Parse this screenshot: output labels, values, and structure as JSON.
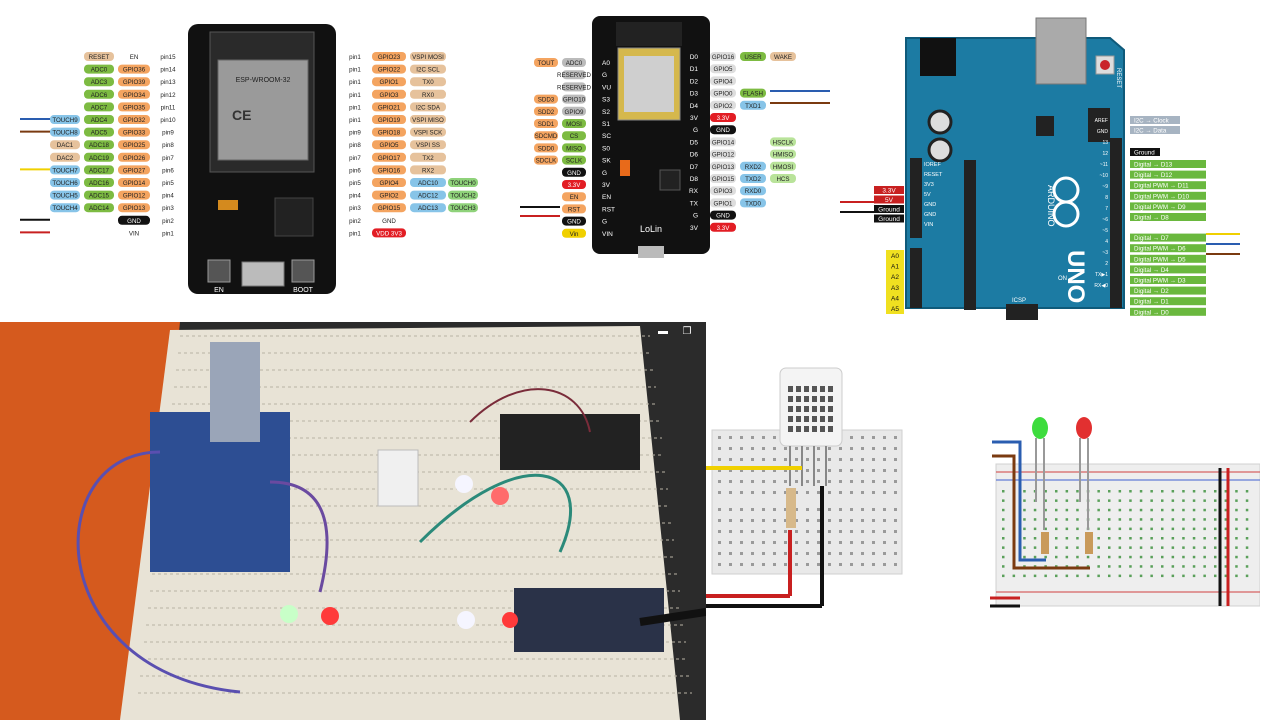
{
  "esp32": {
    "module_label": "ESP-WROOM-32",
    "left_pins": [
      {
        "prefix": "",
        "func": "RESET",
        "io": "EN",
        "pin": "pin15"
      },
      {
        "prefix": "",
        "func": "ADC0",
        "io": "GPIO36",
        "pin": "pin14"
      },
      {
        "prefix": "",
        "func": "ADC3",
        "io": "GPIO39",
        "pin": "pin13"
      },
      {
        "prefix": "",
        "func": "ADC6",
        "io": "GPIO34",
        "pin": "pin12"
      },
      {
        "prefix": "",
        "func": "ADC7",
        "io": "GPIO35",
        "pin": "pin11"
      },
      {
        "prefix": "TOUCH9",
        "func": "ADC4",
        "io": "GPIO32",
        "pin": "pin10"
      },
      {
        "prefix": "TOUCH8",
        "func": "ADC5",
        "io": "GPIO33",
        "pin": "pin9"
      },
      {
        "prefix": "",
        "func": "DAC1",
        "io": "ADC18",
        "pin": "GPIO25",
        "pinlbl": "pin8"
      },
      {
        "prefix": "",
        "func": "DAC2",
        "io": "ADC19",
        "pin": "GPIO26",
        "pinlbl": "pin7"
      },
      {
        "prefix": "TOUCH7",
        "func": "ADC17",
        "io": "GPIO27",
        "pin": "pin6"
      },
      {
        "prefix": "TOUCH6",
        "func": "ADC16",
        "io": "GPIO14",
        "pin": "pin5"
      },
      {
        "prefix": "TOUCH5",
        "func": "ADC15",
        "io": "GPIO12",
        "pin": "pin4"
      },
      {
        "prefix": "TOUCH4",
        "func": "ADC14",
        "io": "GPIO13",
        "pin": "pin3"
      },
      {
        "prefix": "",
        "func": "",
        "io": "GND",
        "pin": "pin2"
      },
      {
        "prefix": "",
        "func": "",
        "io": "VIN",
        "pin": "pin1"
      }
    ],
    "right_pins": [
      {
        "pin": "pin1",
        "io": "GPIO23",
        "func": "VSPI MOSI",
        "extra": ""
      },
      {
        "pin": "pin1",
        "io": "GPIO22",
        "func": "I2C SCL",
        "extra": ""
      },
      {
        "pin": "pin1",
        "io": "GPIO1",
        "func": "TX0",
        "extra": ""
      },
      {
        "pin": "pin1",
        "io": "GPIO3",
        "func": "RX0",
        "extra": ""
      },
      {
        "pin": "pin1",
        "io": "GPIO21",
        "func": "I2C SDA",
        "extra": ""
      },
      {
        "pin": "pin1",
        "io": "GPIO19",
        "func": "VSPI MISO",
        "extra": ""
      },
      {
        "pin": "pin9",
        "io": "GPIO18",
        "func": "VSPI SCK",
        "extra": ""
      },
      {
        "pin": "pin8",
        "io": "GPIO5",
        "func": "VSPI SS",
        "extra": ""
      },
      {
        "pin": "pin7",
        "io": "GPIO17",
        "func": "TX2",
        "extra": ""
      },
      {
        "pin": "pin6",
        "io": "GPIO16",
        "func": "RX2",
        "extra": ""
      },
      {
        "pin": "pin5",
        "io": "GPIO4",
        "func": "ADC10",
        "extra": "TOUCH0"
      },
      {
        "pin": "pin4",
        "io": "GPIO2",
        "func": "ADC12",
        "extra": "TOUCH2"
      },
      {
        "pin": "pin3",
        "io": "GPIO15",
        "func": "ADC13",
        "extra": "TOUCH3"
      },
      {
        "pin": "pin2",
        "io": "GND",
        "func": "",
        "extra": ""
      },
      {
        "pin": "pin1",
        "io": "VDD 3V3",
        "func": "",
        "extra": ""
      }
    ],
    "button_en": "EN",
    "button_boot": "BOOT"
  },
  "nodemcu": {
    "board_label": "LoLin",
    "left_pins": [
      {
        "func": "TOUT",
        "alt": "ADC0",
        "pin": "A0"
      },
      {
        "func": "",
        "alt": "RESERVED",
        "pin": "G"
      },
      {
        "func": "",
        "alt": "RESERVED",
        "pin": "VU"
      },
      {
        "func": "SDD3",
        "alt": "GPIO10",
        "pin": "S3"
      },
      {
        "func": "SDD2",
        "alt": "GPIO9",
        "pin": "S2"
      },
      {
        "func": "SDD1",
        "alt": "MOSI",
        "pin": "S1"
      },
      {
        "func": "SDCMD",
        "alt": "CS",
        "pin": "SC"
      },
      {
        "func": "SDD0",
        "alt": "MISO",
        "pin": "S0"
      },
      {
        "func": "SDCLK",
        "alt": "SCLK",
        "pin": "SK"
      },
      {
        "func": "",
        "alt": "GND",
        "pin": "G"
      },
      {
        "func": "",
        "alt": "3.3V",
        "pin": "3V"
      },
      {
        "func": "",
        "alt": "EN",
        "pin": "EN"
      },
      {
        "func": "",
        "alt": "RST",
        "pin": "RST"
      },
      {
        "func": "",
        "alt": "GND",
        "pin": "G"
      },
      {
        "func": "",
        "alt": "Vin",
        "pin": "VIN"
      }
    ],
    "right_pins": [
      {
        "pin": "D0",
        "io": "GPIO16",
        "func": "USER",
        "extra": "WAKE"
      },
      {
        "pin": "D1",
        "io": "GPIO5",
        "func": "",
        "extra": ""
      },
      {
        "pin": "D2",
        "io": "GPIO4",
        "func": "",
        "extra": ""
      },
      {
        "pin": "D3",
        "io": "GPIO0",
        "func": "FLASH",
        "extra": ""
      },
      {
        "pin": "D4",
        "io": "GPIO2",
        "func": "TXD1",
        "extra": ""
      },
      {
        "pin": "3V",
        "io": "3.3V",
        "func": "",
        "extra": ""
      },
      {
        "pin": "G",
        "io": "GND",
        "func": "",
        "extra": ""
      },
      {
        "pin": "D5",
        "io": "GPIO14",
        "func": "",
        "extra": "HSCLK"
      },
      {
        "pin": "D6",
        "io": "GPIO12",
        "func": "",
        "extra": "HMISO"
      },
      {
        "pin": "D7",
        "io": "GPIO13",
        "func": "RXD2",
        "extra": "HMOSI"
      },
      {
        "pin": "D8",
        "io": "GPIO15",
        "func": "TXD2",
        "extra": "HCS"
      },
      {
        "pin": "RX",
        "io": "GPIO3",
        "func": "RXD0",
        "extra": ""
      },
      {
        "pin": "TX",
        "io": "GPIO1",
        "func": "TXD0",
        "extra": ""
      },
      {
        "pin": "G",
        "io": "GND",
        "func": "",
        "extra": ""
      },
      {
        "pin": "3V",
        "io": "3.3V",
        "func": "",
        "extra": ""
      }
    ]
  },
  "uno": {
    "brand": "UNO",
    "maker": "ARDUINO",
    "reset_label": "RESET",
    "icsp_label": "ICSP",
    "on_label": "ON",
    "power_pins_board": [
      "IOREF",
      "RESET",
      "3V3",
      "5V",
      "GND",
      "GND",
      "VIN"
    ],
    "power_labels": [
      "3.3V",
      "5V",
      "Ground",
      "Ground"
    ],
    "analog_pins": [
      "A0",
      "A1",
      "A2",
      "A3",
      "A4",
      "A5"
    ],
    "top_right_labels": [
      "I2C → Clock",
      "I2C → Data",
      "Ground"
    ],
    "digital_labels": [
      "Digital → D13",
      "Digital → D12",
      "Digital PWM → D11",
      "Digital PWM → D10",
      "Digital PWM → D9",
      "Digital → D8",
      "Digital → D7",
      "Digital PWM → D6",
      "Digital PWM → D5",
      "Digital → D4",
      "Digital PWM → D3",
      "Digital → D2",
      "Digital → D1",
      "Digital → D0"
    ],
    "board_pins_right": [
      "AREF",
      "GND",
      "13",
      "12",
      "~11",
      "~10",
      "~9",
      "8",
      "7",
      "~6",
      "~5",
      "4",
      "~3",
      "2",
      "TX▶1",
      "RX◀0"
    ]
  },
  "colors": {
    "accent_green": "#8dc63f",
    "gpio_orange": "#f4a460",
    "adc_green": "#7dbb42",
    "touch_blue": "#87c4e8",
    "uno_blue": "#1c7ba3",
    "pin_red": "#e21d24",
    "func_tan": "#e6c29c"
  }
}
